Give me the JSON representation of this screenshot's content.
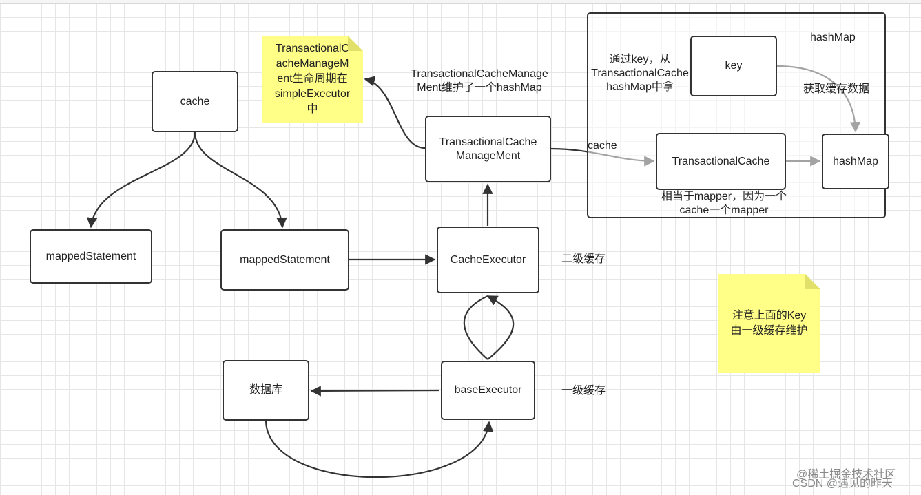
{
  "nodes": {
    "cache": "cache",
    "mapped_statement_left": "mappedStatement",
    "mapped_statement_right": "mappedStatement",
    "cache_executor": "CacheExecutor",
    "base_executor": "baseExecutor",
    "database": "数据库",
    "tcm": "TransactionalCache ManageMent",
    "transactional_cache": "TransactionalCache",
    "key": "key",
    "hash_map": "hashMap"
  },
  "labels": {
    "second_level_cache": "二级缓存",
    "first_level_cache": "一级缓存",
    "tcm_maintains": [
      "TransactionalCacheManage",
      "Ment维护了一个hashMap"
    ],
    "cache_edge": "cache",
    "container_title": "hashMap",
    "get_by_key": [
      "通过key，从",
      "TransactionalCache",
      "hashMap中拿"
    ],
    "get_cached_data": "获取缓存数据",
    "equivalent_mapper": [
      "相当于mapper，因为一个",
      "cache一个mapper"
    ]
  },
  "notes": {
    "lifecycle": [
      "TransactionalC",
      "acheManageM",
      "ent生命周期在",
      "simpleExecutor",
      "中"
    ],
    "key_note": [
      "注意上面的Key",
      "由一级缓存维护"
    ]
  },
  "watermark": {
    "line1": "@稀土掘金技术社区",
    "line2": "CSDN @遇见的昨天"
  },
  "colors": {
    "stroke": "#333333",
    "note_fill": "#ffff88",
    "grid": "#e6e6e6"
  }
}
